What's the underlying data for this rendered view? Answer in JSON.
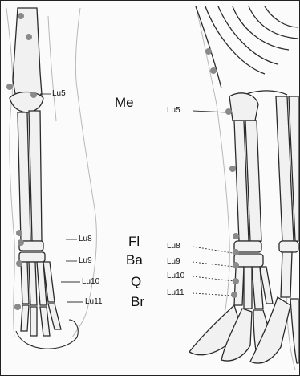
{
  "points_left": [
    "Lu5",
    "Lu8",
    "Lu9",
    "Lu10",
    "Lu11"
  ],
  "points_right": [
    "Lu5",
    "Lu8",
    "Lu9",
    "Lu10",
    "Lu11"
  ],
  "regions": [
    "Me",
    "Fl",
    "Ba",
    "Q",
    "Br"
  ],
  "colors": {
    "acupoint": "#8a8a8a",
    "bone_fill": "#f1f1f1",
    "bone_stroke": "#2a2a2a",
    "skin_outline": "#b8b8b8"
  }
}
